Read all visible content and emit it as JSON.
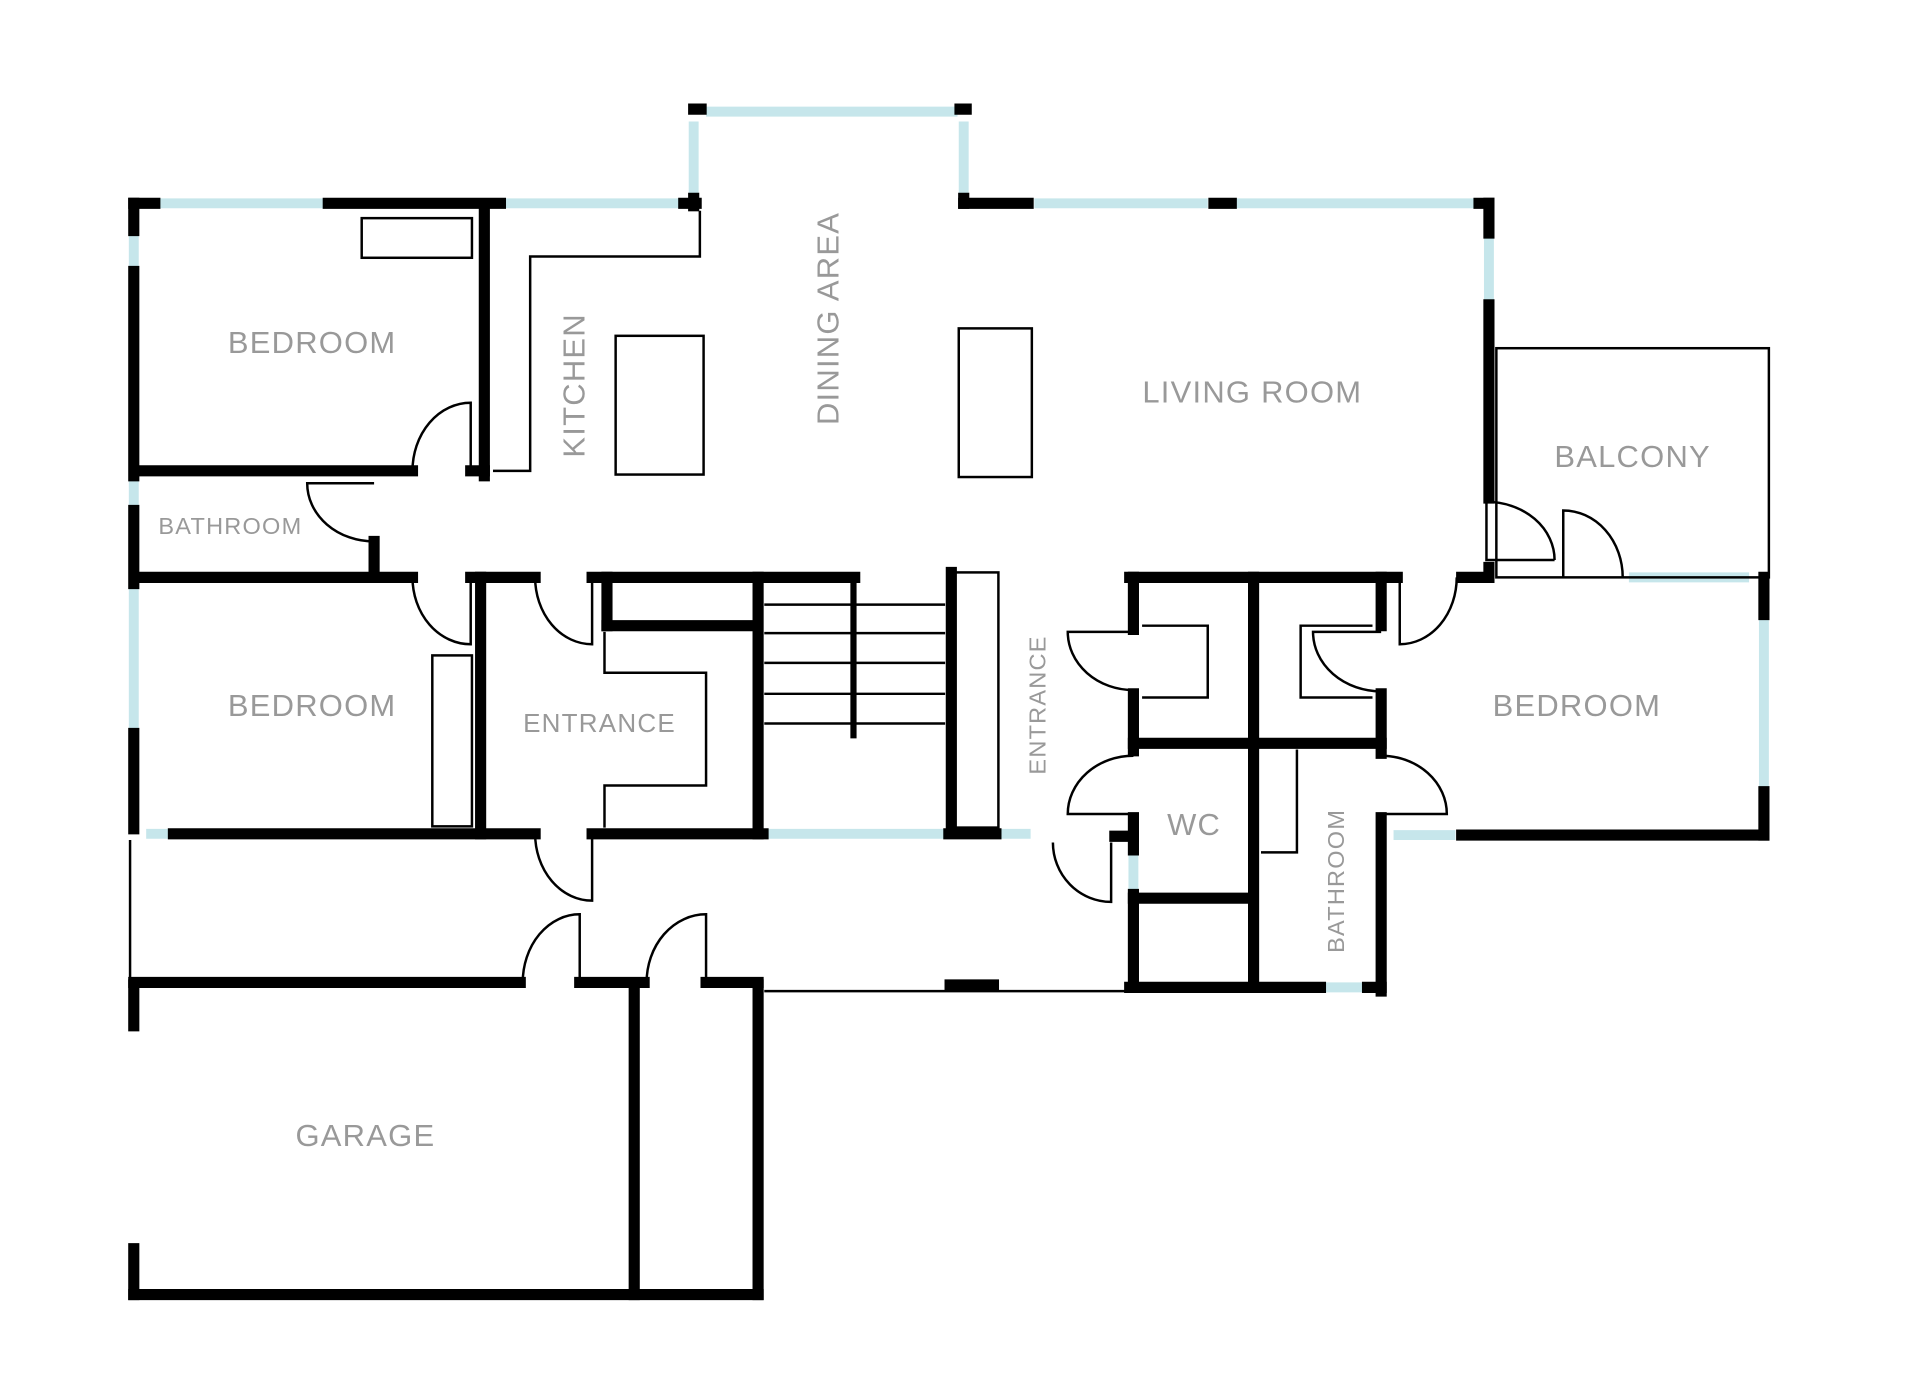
{
  "title": "Floor plan",
  "colors": {
    "wall": "#000000",
    "window": "#c6e6eb",
    "label": "#999999"
  },
  "rooms": {
    "bedroom_top_left": "BEDROOM",
    "bathroom_left": "BATHROOM",
    "bedroom_left": "BEDROOM",
    "kitchen": "KITCHEN",
    "dining": "DINING AREA",
    "living": "LIVING ROOM",
    "balcony": "BALCONY",
    "entrance_left": "ENTRANCE",
    "entrance_center": "ENTRANCE",
    "wc": "WC",
    "bathroom_right": "BATHROOM",
    "bedroom_right": "BEDROOM",
    "garage": "GARAGE"
  }
}
